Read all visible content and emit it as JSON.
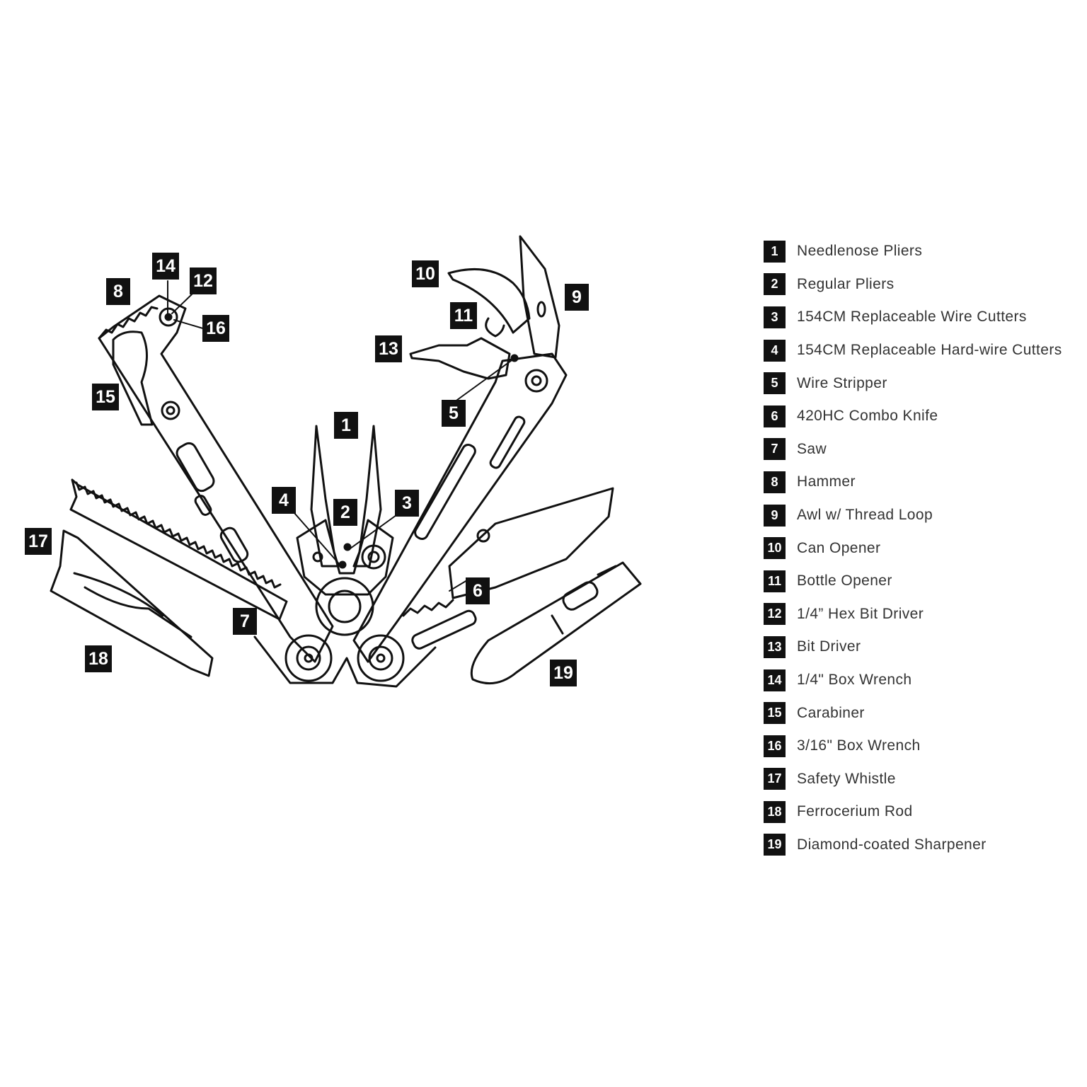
{
  "diagram": {
    "callouts": [
      "1",
      "2",
      "3",
      "4",
      "5",
      "6",
      "7",
      "8",
      "9",
      "10",
      "11",
      "12",
      "13",
      "14",
      "15",
      "16",
      "17",
      "18",
      "19"
    ]
  },
  "legend": [
    {
      "num": "1",
      "label": "Needlenose Pliers"
    },
    {
      "num": "2",
      "label": "Regular Pliers"
    },
    {
      "num": "3",
      "label": "154CM Replaceable Wire Cutters"
    },
    {
      "num": "4",
      "label": "154CM Replaceable Hard-wire Cutters"
    },
    {
      "num": "5",
      "label": "Wire Stripper"
    },
    {
      "num": "6",
      "label": "420HC Combo Knife"
    },
    {
      "num": "7",
      "label": "Saw"
    },
    {
      "num": "8",
      "label": "Hammer"
    },
    {
      "num": "9",
      "label": "Awl w/ Thread Loop"
    },
    {
      "num": "10",
      "label": "Can Opener"
    },
    {
      "num": "11",
      "label": "Bottle Opener"
    },
    {
      "num": "12",
      "label": "1/4” Hex Bit Driver"
    },
    {
      "num": "13",
      "label": "Bit Driver"
    },
    {
      "num": "14",
      "label": "1/4\" Box Wrench"
    },
    {
      "num": "15",
      "label": "Carabiner"
    },
    {
      "num": "16",
      "label": "3/16\" Box Wrench"
    },
    {
      "num": "17",
      "label": "Safety Whistle"
    },
    {
      "num": "18",
      "label": "Ferrocerium Rod"
    },
    {
      "num": "19",
      "label": "Diamond-coated Sharpener"
    }
  ]
}
